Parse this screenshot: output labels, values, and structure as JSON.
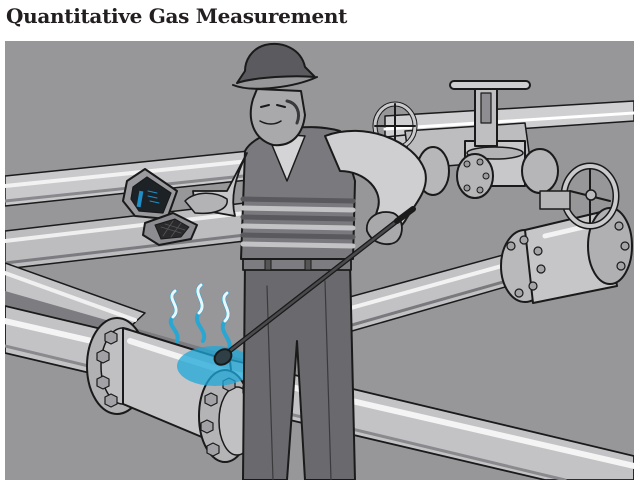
{
  "page": {
    "title": "Quantitative Gas Measurement"
  },
  "illustration": {
    "description": "Worker in hard hat and safety vest using a handheld gas analyzer and probe to measure a gas leak at a pipe flange",
    "elements": {
      "worker": "technician with hard hat and striped safety vest",
      "device": "handheld-gas-analyzer",
      "probe": "sampling-probe",
      "leak": "gas-leak-plume",
      "valves": [
        "gate-valve",
        "handwheel-valve"
      ],
      "pipes": "industrial-pipeline"
    },
    "colors": {
      "background": "#979699",
      "pipe_light": "#d8d8da",
      "pipe_mid": "#b4b4b7",
      "pipe_dark": "#6e6e72",
      "outline": "#1a1a1a",
      "gas_blue": "#1ea7d8",
      "screen_blue": "#1f8fc9",
      "trousers": "#6a6a6e",
      "vest": "#7a7a7e",
      "shirt": "#cfcfd1",
      "skin": "#a9a9ac",
      "hat": "#5b5b5f"
    }
  }
}
